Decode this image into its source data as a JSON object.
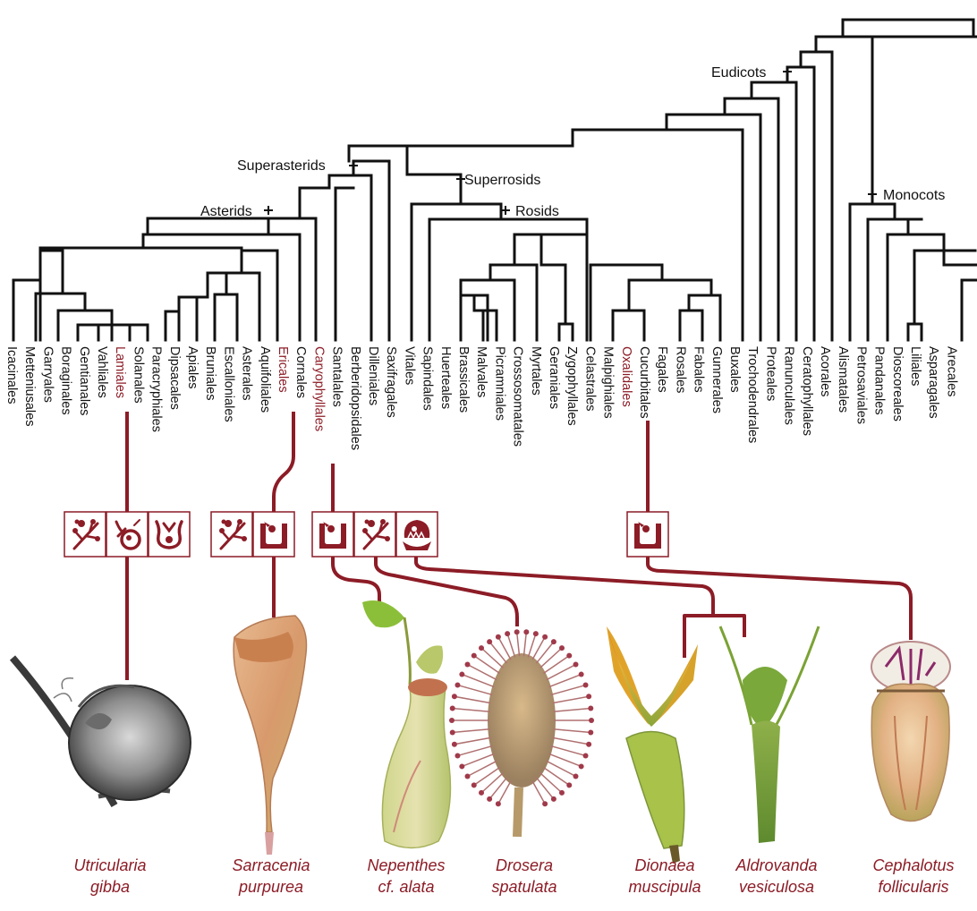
{
  "clade_labels": {
    "eudicots": "Eudicots",
    "superasterids": "Superasterids",
    "superrosids": "Superrosids",
    "asterids": "Asterids",
    "rosids": "Rosids",
    "monocots": "Monocots"
  },
  "orders": [
    "Icacinales",
    "Metteniusales",
    "Garryales",
    "Boraginales",
    "Gentianales",
    "Vahliales",
    "Lamiales",
    "Solanales",
    "Paracryphiales",
    "Dipsacales",
    "Apiales",
    "Bruniales",
    "Escalloniales",
    "Asterales",
    "Aquifoliales",
    "Ericales",
    "Cornales",
    "Caryophyllales",
    "Santalales",
    "Berberidopsidales",
    "Dilleniales",
    "Saxifragales",
    "Vitales",
    "Sapindales",
    "Huerteales",
    "Brassicales",
    "Malvales",
    "Picramniales",
    "Crossosomatales",
    "Myrtales",
    "Geraniales",
    "Zygophyllales",
    "Celastrales",
    "Malpighiales",
    "Oxalidales",
    "Cucurbitales",
    "Fagales",
    "Rosales",
    "Fabales",
    "Gunnerales",
    "Buxales",
    "Trochodendrales",
    "Proteales",
    "Ranunculales",
    "Ceratophyllales",
    "Acorales",
    "Alismatales",
    "Petrosaviales",
    "Pandanales",
    "Dioscoreales",
    "Liliales",
    "Asparagales",
    "Arecales"
  ],
  "highlighted_orders": [
    "Lamiales",
    "Ericales",
    "Caryophyllales",
    "Oxalidales"
  ],
  "trap_icons": {
    "lamiales": [
      "flypaper-trap-icon",
      "suction-trap-icon",
      "eel-trap-icon"
    ],
    "ericales": [
      "flypaper-trap-icon",
      "pitfall-trap-icon"
    ],
    "caryophyllales": [
      "pitfall-trap-icon",
      "flypaper-trap-icon",
      "snap-trap-icon"
    ],
    "oxalidales": [
      "pitfall-trap-icon"
    ]
  },
  "species": [
    {
      "line1": "Utricularia",
      "line2": "gibba"
    },
    {
      "line1": "Sarracenia",
      "line2": "purpurea"
    },
    {
      "line1": "Nepenthes",
      "line2": "cf. alata"
    },
    {
      "line1": "Drosera",
      "line2": "spatulata"
    },
    {
      "line1": "Dionaea",
      "line2": "muscipula"
    },
    {
      "line1": "Aldrovanda",
      "line2": "vesiculosa"
    },
    {
      "line1": "Cephalotus",
      "line2": "follicularis"
    }
  ],
  "colors": {
    "tree": "#111111",
    "highlight": "#8c1c26",
    "background": "#ffffff"
  }
}
